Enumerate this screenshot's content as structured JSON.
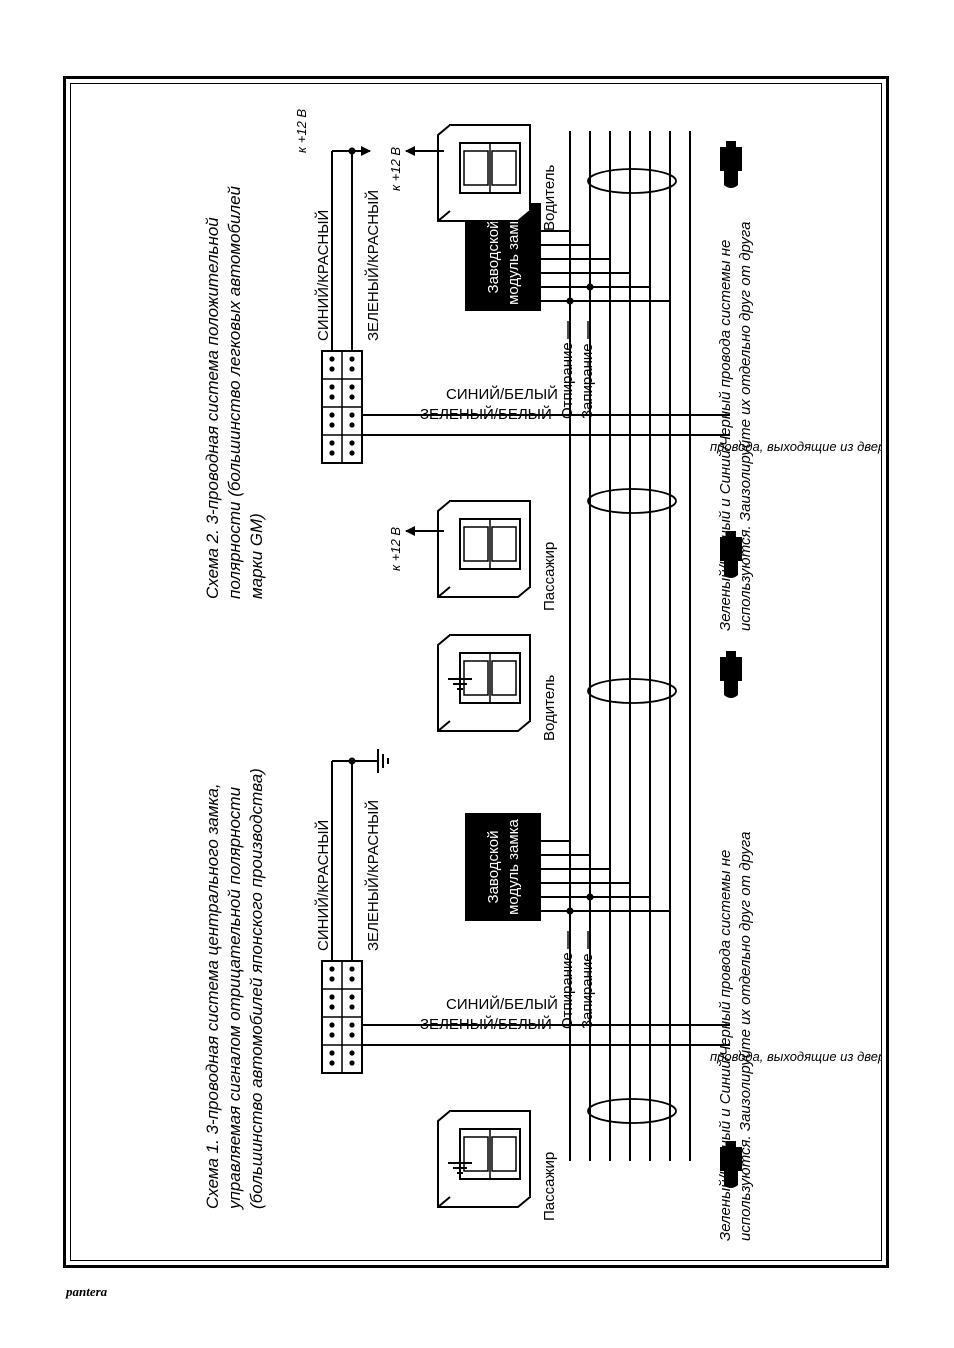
{
  "logo": {
    "text": "pantera"
  },
  "scheme1": {
    "title": [
      "Схема 1. 3-проводная система центрального замка,",
      "управляемая сигналом отрицательной полярности",
      "(большинство автомобилей японского производства)"
    ],
    "wire_blue_red": "СИНИЙ/КРАСНЫЙ",
    "wire_green_red": "ЗЕЛЕНЫЙ/КРАСНЫЙ",
    "wire_green_white": "ЗЕЛЕНЫЙ/БЕЛЫЙ",
    "wire_blue_white": "СИНИЙ/БЕЛЫЙ",
    "unlock": "Отпирание",
    "lock": "Запирание",
    "module": [
      "Заводской",
      "модуль замка"
    ],
    "door_wires": "провода, выходящие из двери",
    "driver": "Водитель",
    "passenger": "Пассажир",
    "note": [
      "Зеленый/Черный и Синий/Черный провода системы не",
      "используются. Заизолируйте их отдельно друг от друга"
    ]
  },
  "scheme2": {
    "title": [
      "Схема 2. 3-проводная система положительной",
      "полярности (большинство легковых автомобилей",
      "марки GM)"
    ],
    "plus12_top": "к +12 В",
    "plus12_passenger": "к +12 В",
    "plus12_driver": "к +12 В",
    "wire_blue_red": "СИНИЙ/КРАСНЫЙ",
    "wire_green_red": "ЗЕЛЕНЫЙ/КРАСНЫЙ",
    "wire_green_white": "ЗЕЛЕНЫЙ/БЕЛЫЙ",
    "wire_blue_white": "СИНИЙ/БЕЛЫЙ",
    "unlock": "Отпирание",
    "lock": "Запирание",
    "module": [
      "Заводской",
      "модуль замка"
    ],
    "door_wires": "провода, выходящие из двери",
    "driver": "Водитель",
    "passenger": "Пассажир",
    "note": [
      "Зеленый/Черный и Синий/Черный провода системы не",
      "используются. Заизолируйте их отдельно друг от друга"
    ]
  }
}
